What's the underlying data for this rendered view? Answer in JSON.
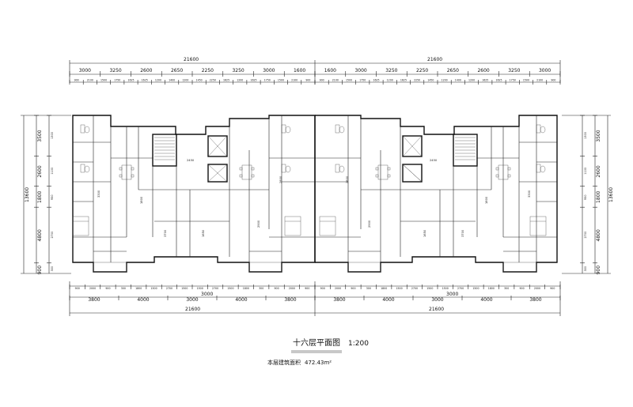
{
  "title": "十六层平面图",
  "scale": "1:200",
  "area_label": "本层建筑面积",
  "area_value": "472.43m²",
  "top_overall": [
    "21600",
    "21600"
  ],
  "bottom_overall": [
    "21600",
    "21600"
  ],
  "top_segments_left": [
    "3000",
    "3250",
    "2600",
    "2650",
    "2250",
    "3250",
    "3000",
    "1600"
  ],
  "top_segments_right": [
    "1600",
    "3000",
    "3250",
    "2250",
    "2650",
    "2600",
    "3250",
    "3000"
  ],
  "top_sub_left": [
    "900",
    "2100",
    "1500",
    "1750",
    "1625",
    "1625",
    "1200",
    "1400",
    "1200",
    "1450",
    "2250",
    "1625",
    "1200",
    "1625",
    "1750",
    "1500",
    "2100",
    "900"
  ],
  "top_sub_right": [
    "900",
    "2100",
    "1500",
    "1750",
    "1625",
    "1200",
    "1625",
    "2250",
    "1450",
    "1200",
    "1400",
    "1200",
    "1625",
    "1625",
    "1750",
    "1500",
    "2100",
    "900"
  ],
  "bottom_segments_left": [
    "3800",
    "4000",
    "3000",
    "4000",
    "3800"
  ],
  "bottom_segments_right": [
    "3800",
    "4000",
    "3000",
    "4000",
    "3800"
  ],
  "bottom_mid_left": "3000",
  "bottom_mid_right": "3000",
  "bottom_sub_left": [
    "900",
    "2000",
    "900",
    "300",
    "1800",
    "1500",
    "2700",
    "1500",
    "1500",
    "2700",
    "1500",
    "1800",
    "300",
    "900",
    "2000",
    "900"
  ],
  "bottom_sub_right": [
    "900",
    "2000",
    "900",
    "300",
    "1800",
    "1500",
    "2700",
    "1500",
    "1500",
    "2700",
    "1500",
    "1800",
    "300",
    "900",
    "2000",
    "900"
  ],
  "left_overall": "13600",
  "left_segments": [
    "3500",
    "2600",
    "1800",
    "4800",
    "900"
  ],
  "left_sub": [
    "1300",
    "1100",
    "950",
    "2700",
    "300"
  ],
  "right_overall": "13600",
  "right_segments": [
    "3500",
    "2600",
    "1800",
    "4800",
    "900"
  ],
  "right_sub": [
    "1300",
    "1100",
    "950",
    "2700",
    "300"
  ],
  "corridor_dims": [
    "2450",
    "2450"
  ],
  "room_dims_left": [
    "3300",
    "1800",
    "3700",
    "1650",
    "2900",
    "2800"
  ],
  "room_dims_right": [
    "3300",
    "1800",
    "3700",
    "1650",
    "2900",
    "2800"
  ]
}
